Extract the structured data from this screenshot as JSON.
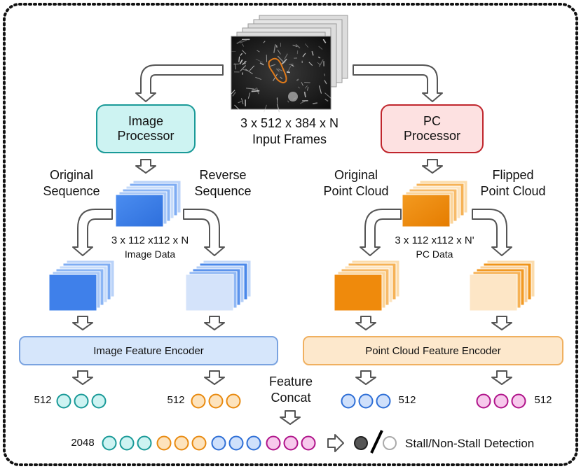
{
  "input": {
    "dims": "3 x 512 x 384 x N",
    "label": "Input Frames"
  },
  "image_processor": {
    "line1": "Image",
    "line2": "Processor",
    "fill": "#cdf3f2",
    "stroke": "#1a9a98"
  },
  "pc_processor": {
    "line1": "PC",
    "line2": "Processor",
    "fill": "#fde1e1",
    "stroke": "#c0262d"
  },
  "left_branch": {
    "original_line1": "Original",
    "original_line2": "Sequence",
    "reverse_line1": "Reverse",
    "reverse_line2": "Sequence",
    "data_dims": "3 x 112 x112 x N",
    "data_label": "Image Data"
  },
  "right_branch": {
    "original_line1": "Original",
    "original_line2": "Point Cloud",
    "flipped_line1": "Flipped",
    "flipped_line2": "Point Cloud",
    "data_dims": "3 x 112 x112 x N'",
    "data_label": "PC Data"
  },
  "encoders": {
    "image": "Image Feature Encoder",
    "point_cloud": "Point Cloud Feature Encoder"
  },
  "features": {
    "f1": "512",
    "f2": "512",
    "f3": "512",
    "f4": "512"
  },
  "concat": {
    "line1": "Feature",
    "line2": "Concat",
    "total": "2048"
  },
  "output": {
    "label": "Stall/Non-Stall Detection"
  },
  "colors": {
    "teal": "#1a9a98",
    "teal_fill": "#cdf3f2",
    "orange": "#e88a10",
    "orange_fill": "#fde3bd",
    "blue": "#2f6fd6",
    "blue_fill": "#cfe0fb",
    "magenta": "#b0148a",
    "magenta_fill": "#f7c9ec",
    "image_blue": "#3d80ea",
    "pc_orange": "#ef8a0c"
  }
}
